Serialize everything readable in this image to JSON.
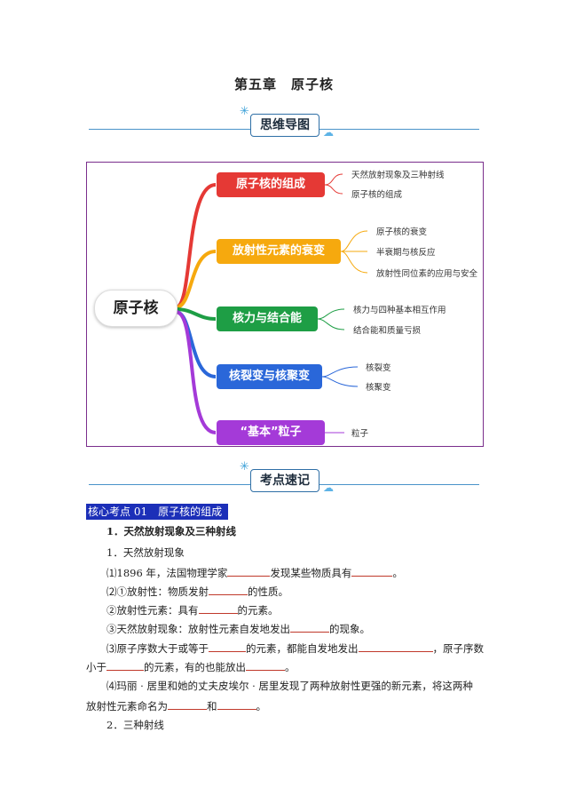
{
  "chapter_title": "第五章　原子核",
  "banner_mindmap": "思维导图",
  "banner_points": "考点速记",
  "mindmap": {
    "root": "原子核",
    "topics": [
      {
        "label": "原子核的组成",
        "color": "#e53935",
        "leaves": [
          "天然放射现象及三种射线",
          "原子核的组成"
        ]
      },
      {
        "label": "放射性元素的衰变",
        "color": "#f6a90e",
        "leaves": [
          "原子核的衰变",
          "半衰期与核反应",
          "放射性同位素的应用与安全"
        ]
      },
      {
        "label": "核力与结合能",
        "color": "#1e9e45",
        "leaves": [
          "核力与四种基本相互作用",
          "结合能和质量亏损"
        ]
      },
      {
        "label": "核裂变与核聚变",
        "color": "#2a67d9",
        "leaves": [
          "核裂变",
          "核聚变"
        ]
      },
      {
        "label": "“基本”粒子",
        "color": "#a43ad8",
        "leaves": [
          "粒子"
        ]
      }
    ]
  },
  "section": {
    "heading": "核心考点 01　原子核的组成",
    "sub1": "1．天然放射现象及三种射线",
    "item1": "1．天然放射现象",
    "p1a": "⑴1896 年，法国物理学家",
    "p1b": "发现某些物质具有",
    "p1c": "。",
    "p2a": "⑵①放射性：物质发射",
    "p2b": "的性质。",
    "p3a": "②放射性元素：具有",
    "p3b": "的元素。",
    "p4a": "③天然放射现象：放射性元素自发地发出",
    "p4b": "的现象。",
    "p5a": "⑶原子序数大于或等于",
    "p5b": "的元素，都能自发地发出",
    "p5c": "，原子序数",
    "p6a": "小于",
    "p6b": "的元素，有的也能放出",
    "p6c": "。",
    "p7a": "⑷玛丽 · 居里和她的丈夫皮埃尔 · 居里发现了两种放射性更强的新元素，将这两种",
    "p8a": "放射性元素命名为",
    "p8b": "和",
    "p8c": "。",
    "item2": "2．三种射线"
  }
}
